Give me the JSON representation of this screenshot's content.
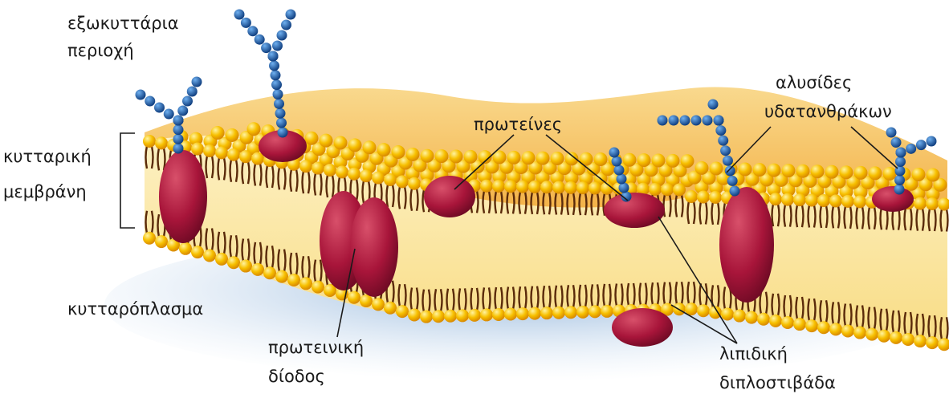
{
  "labels": {
    "extracellular_line1": "εξωκυττάρια",
    "extracellular_line2": "περιοχή",
    "membrane_line1": "κυτταρική",
    "membrane_line2": "μεμβράνη",
    "cytoplasm": "κυτταρόπλασμα",
    "proteins": "πρωτείνες",
    "carbohydrates_line1": "αλυσίδες",
    "carbohydrates_line2": "υδατανθράκων",
    "channel_line1": "πρωτεινική",
    "channel_line2": "δίοδος",
    "bilayer_line1": "λιπιδική",
    "bilayer_line2": "διπλοστιβάδα"
  },
  "colors": {
    "lipid_head": "#f5b800",
    "lipid_tail": "#5a2a0a",
    "protein": "#a8153a",
    "sugar": "#1d5fa8",
    "membrane_interior": "#fbe7a6",
    "top_surface": "#f7c45e",
    "cytoplasm_shadow": "#8fb3d8"
  }
}
